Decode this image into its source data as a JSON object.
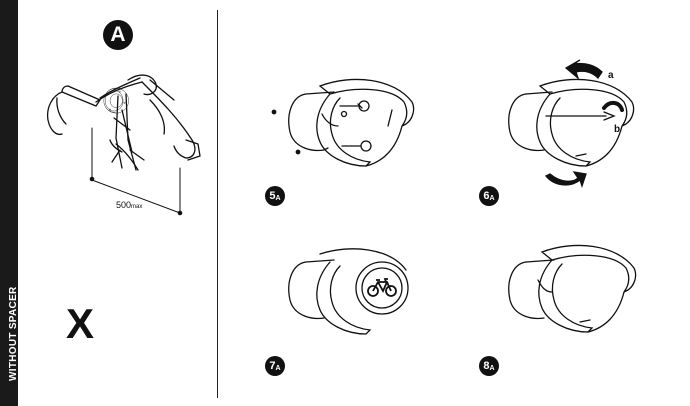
{
  "side_label": "WITHOUT SPACER",
  "variant_badge": "A",
  "handlebar_measurement": {
    "value": "500",
    "unit": "max"
  },
  "no_spacer_mark": "X",
  "steps": [
    {
      "number": "5",
      "suffix": "A"
    },
    {
      "number": "6",
      "suffix": "A"
    },
    {
      "number": "7",
      "suffix": "A"
    },
    {
      "number": "8",
      "suffix": "A"
    }
  ],
  "rotation_labels": {
    "a": "a",
    "b": "b"
  },
  "icons": [
    "bicycle-icon",
    "screw-icon",
    "rotate-arrow-icon",
    "handlebar-illustration",
    "spacer-ring-illustration",
    "wall-mount-hook-illustration"
  ]
}
